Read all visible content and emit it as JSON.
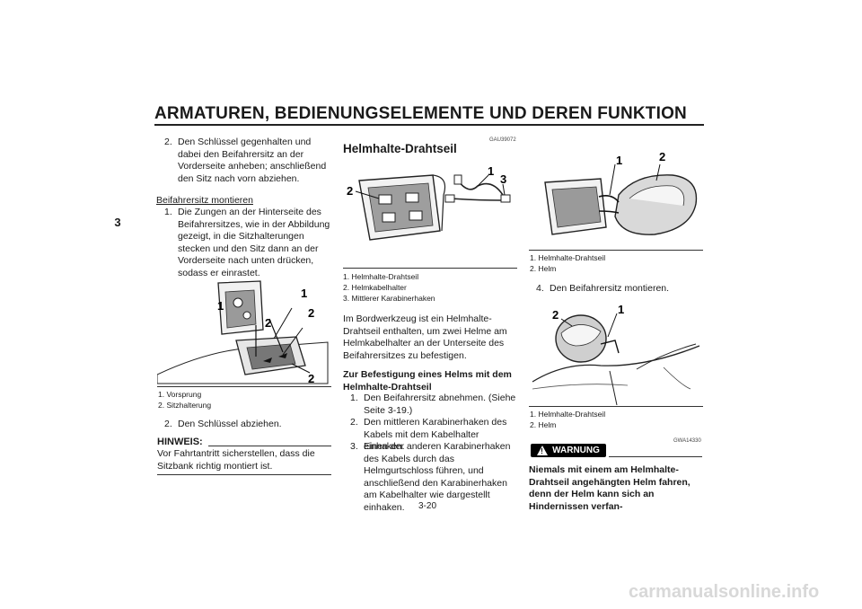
{
  "page": {
    "title": "ARMATUREN, BEDIENUNGSELEMENTE UND DEREN FUNKTION",
    "chapter": "3",
    "page_number": "3-20",
    "watermark": "carmanualsonline.info"
  },
  "col1": {
    "step2": {
      "num": "2.",
      "text": "Den Schlüssel gegenhalten und dabei den Beifahrersitz an der Vorderseite anheben; anschließend den Sitz nach vorn abziehen."
    },
    "subhead": "Beifahrersitz montieren",
    "step1": {
      "num": "1.",
      "text": "Die Zungen an der Hinterseite des Beifahrersitzes, wie in der Abbildung gezeigt, in die Sitzhalterungen stecken und den Sitz dann an der Vorderseite nach unten drücken, sodass er einrastet."
    },
    "fig_labels": [
      "1",
      "1",
      "2",
      "2",
      "2"
    ],
    "legend": [
      "1. Vorsprung",
      "2. Sitzhalterung"
    ],
    "step2b": {
      "num": "2.",
      "text": "Den Schlüssel abziehen."
    },
    "hinweis_label": "HINWEIS:",
    "hinweis_text": "Vor Fahrtantritt sicherstellen, dass die Sitzbank richtig montiert ist."
  },
  "col2": {
    "code": "GAU39072",
    "heading": "Helmhalte-Drahtseil",
    "fig_labels": [
      "2",
      "1",
      "3"
    ],
    "legend": [
      "1. Helmhalte-Drahtseil",
      "2. Helmkabelhalter",
      "3. Mittlerer Karabinerhaken"
    ],
    "para": "Im Bordwerkzeug ist ein Helmhalte-Drahtseil enthalten, um zwei Helme am Helmkabelhalter an der Unterseite des Beifahrersitzes zu befestigen.",
    "subhead": "Zur Befestigung eines Helms mit dem Helmhalte-Drahtseil",
    "steps": [
      {
        "num": "1.",
        "text": "Den Beifahrersitz abnehmen. (Siehe Seite 3-19.)"
      },
      {
        "num": "2.",
        "text": "Den mittleren Karabinerhaken des Kabels mit dem Kabelhalter einhaken."
      },
      {
        "num": "3.",
        "text": "Einen der anderen Karabinerhaken des Kabels durch das Helmgurtschloss führen, und anschließend den Karabinerhaken am Kabelhalter wie dargestellt einhaken."
      }
    ]
  },
  "col3": {
    "fig1_labels": [
      "1",
      "2"
    ],
    "legend1": [
      "1. Helmhalte-Drahtseil",
      "2. Helm"
    ],
    "step4": {
      "num": "4.",
      "text": "Den Beifahrersitz montieren."
    },
    "fig2_labels": [
      "2",
      "1"
    ],
    "legend2": [
      "1. Helmhalte-Drahtseil",
      "2. Helm"
    ],
    "code": "GWA14330",
    "warn_label": "WARNUNG",
    "warn_text": "Niemals mit einem am Helmhalte-Drahtseil angehängten Helm fahren, denn der Helm kann sich an Hindernissen verfan-"
  }
}
